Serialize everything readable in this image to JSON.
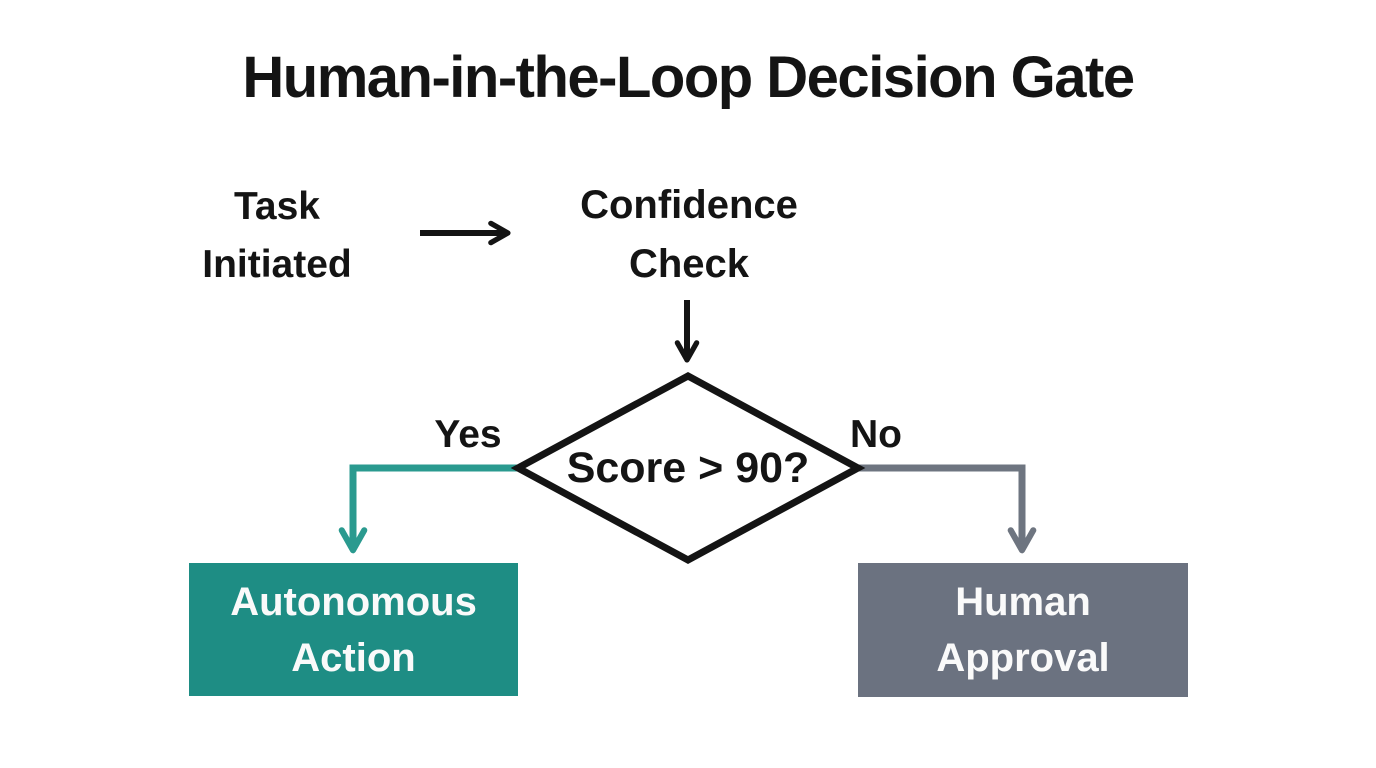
{
  "title": "Human-in-the-Loop Decision Gate",
  "colors": {
    "black": "#141414",
    "teal_line": "#2a9a8f",
    "teal_box": "#1e8d84",
    "gray_line": "#6e7580",
    "gray_box": "#6b7280",
    "box_text": "#fafafa",
    "background": "#ffffff"
  },
  "flow": {
    "start_node": "Task\nInitiated",
    "check_node": "Confidence\nCheck",
    "decision_label": "Score > 90?",
    "yes_label": "Yes",
    "no_label": "No",
    "yes_outcome": "Autonomous\nAction",
    "no_outcome": "Human\nApproval"
  }
}
